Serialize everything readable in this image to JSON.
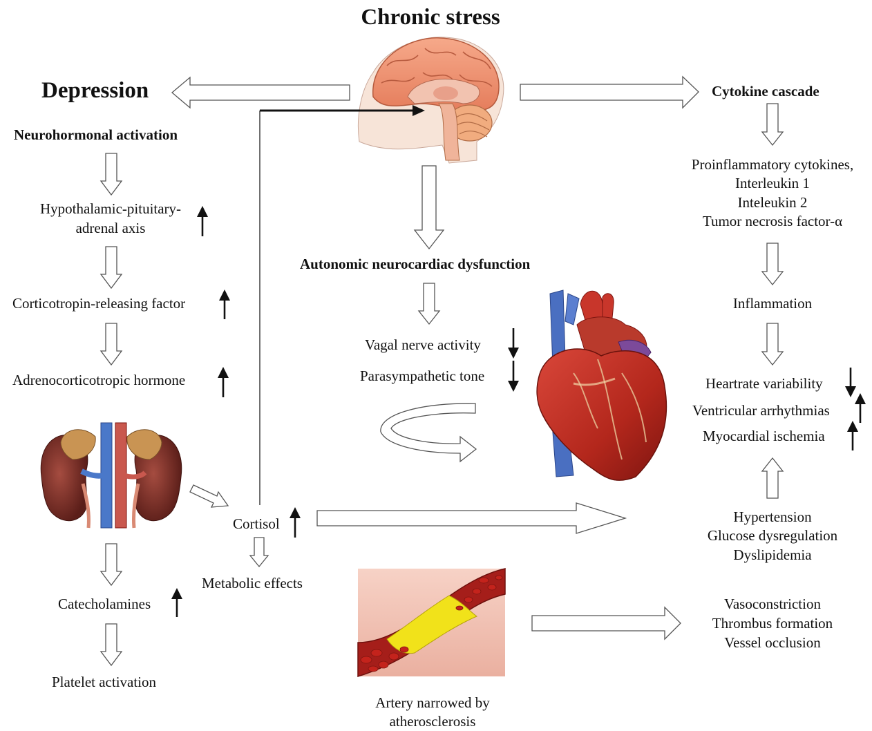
{
  "title": "Chronic stress",
  "left": {
    "heading": "Depression",
    "subheading": "Neurohormonal activation",
    "hpa_line1": "Hypothalamic-pituitary-",
    "hpa_line2": "adrenal axis",
    "crf": "Corticotropin-releasing factor",
    "acth": "Adrenocorticotropic hormone",
    "catecholamines": "Catecholamines",
    "platelet": "Platelet activation"
  },
  "center": {
    "heading": "Autonomic neurocardiac dysfunction",
    "vagal": "Vagal nerve activity",
    "parasympathetic": "Parasympathetic tone",
    "cortisol": "Cortisol",
    "metabolic": "Metabolic effects",
    "artery_line1": "Artery narrowed by",
    "artery_line2": "atherosclerosis"
  },
  "right": {
    "heading": "Cytokine cascade",
    "cytokines": [
      "Proinflammatory cytokines,",
      "Interleukin 1",
      "Inteleukin 2",
      "Tumor necrosis factor-α"
    ],
    "inflammation": "Inflammation",
    "heartrate": "Heartrate variability",
    "ventricular": "Ventricular arrhythmias",
    "ischemia": "Myocardial ischemia",
    "risk": [
      "Hypertension",
      "Glucose dysregulation",
      "Dyslipidemia"
    ],
    "vessel": [
      "Vasoconstriction",
      "Thrombus formation",
      "Vessel occlusion"
    ]
  },
  "indicators": {
    "hpa": "up",
    "crf": "up",
    "acth": "up",
    "catecholamines": "up",
    "cortisol": "up",
    "vagal": "down",
    "parasympathetic": "down",
    "heartrate": "down",
    "ventricular": "up",
    "ischemia": "up"
  },
  "images": [
    "brain-illustration",
    "heart-illustration",
    "kidneys-illustration",
    "artery-illustration"
  ],
  "colors": {
    "arrow_outline": "#555555",
    "heart_red": "#c0392b",
    "vein_blue": "#4a6fc1",
    "plaque_yellow": "#f1e21a",
    "skin_pink": "#f2b7a6"
  }
}
